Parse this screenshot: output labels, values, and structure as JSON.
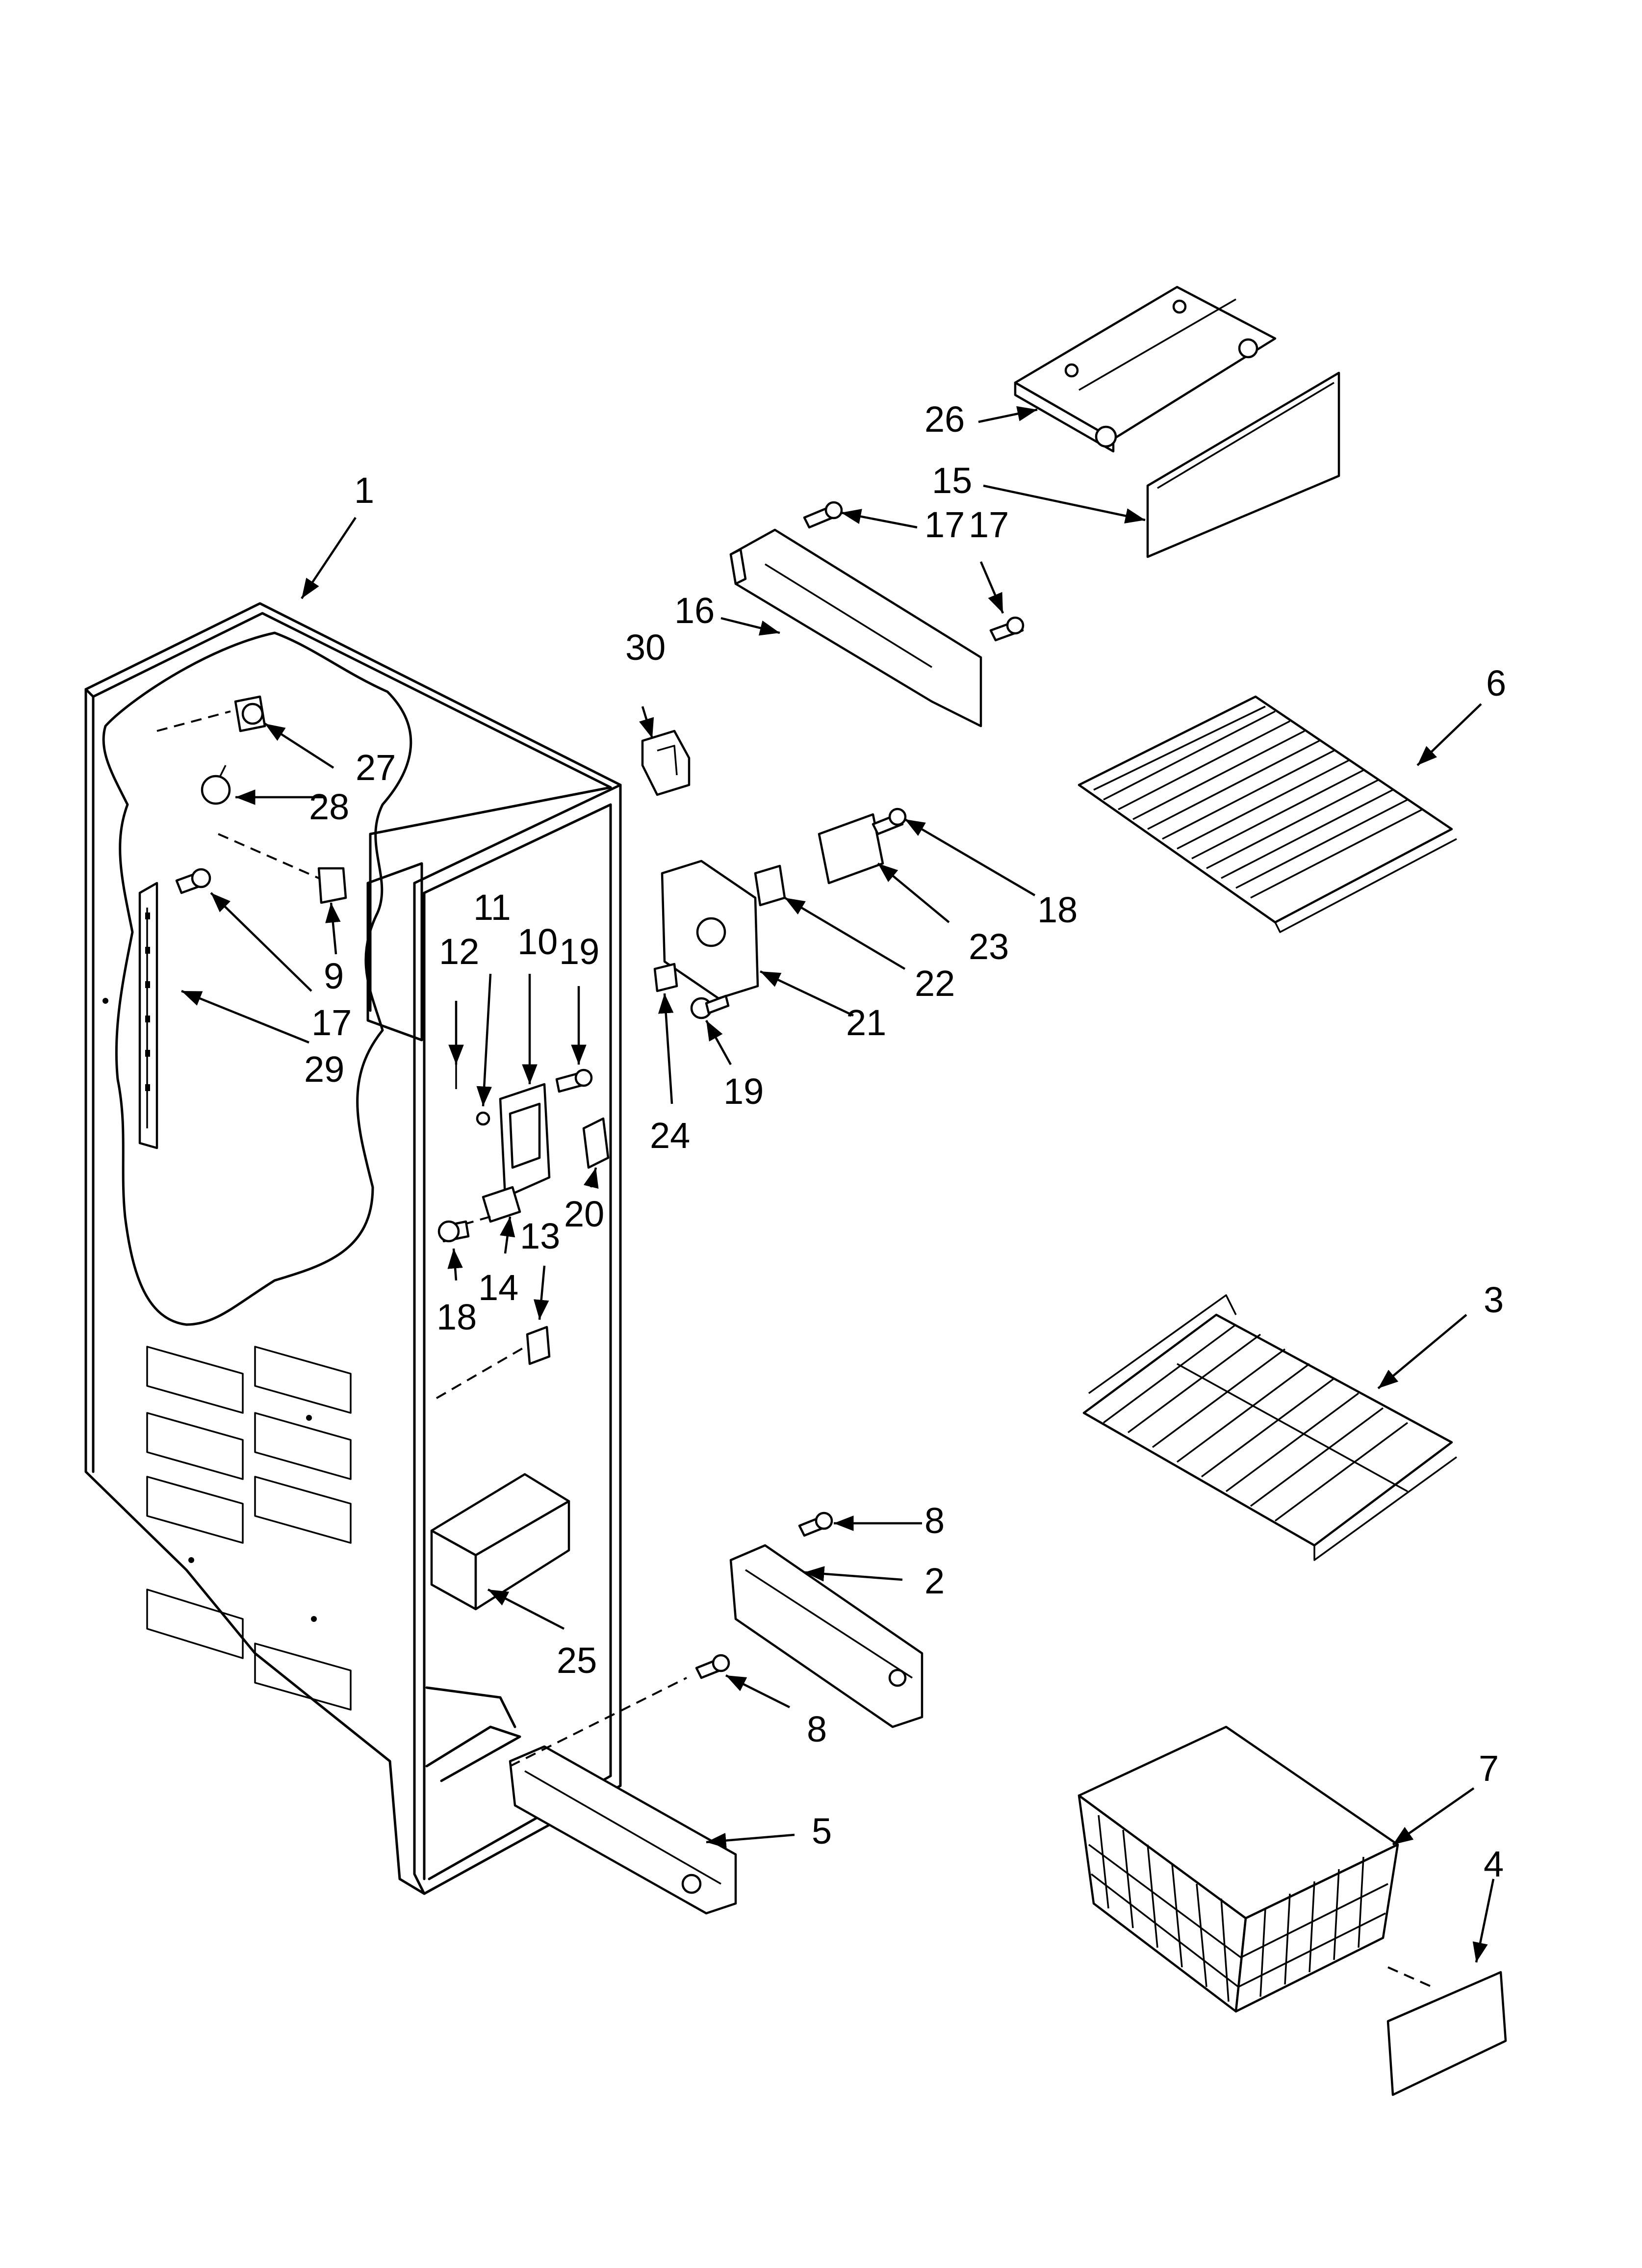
{
  "callouts": [
    {
      "id": "p1",
      "label": "1"
    },
    {
      "id": "p2",
      "label": "2"
    },
    {
      "id": "p3",
      "label": "3"
    },
    {
      "id": "p4",
      "label": "4"
    },
    {
      "id": "p5",
      "label": "5"
    },
    {
      "id": "p6",
      "label": "6"
    },
    {
      "id": "p7",
      "label": "7"
    },
    {
      "id": "p8a",
      "label": "8"
    },
    {
      "id": "p8b",
      "label": "8"
    },
    {
      "id": "p9",
      "label": "9"
    },
    {
      "id": "p10",
      "label": "10"
    },
    {
      "id": "p11",
      "label": "11"
    },
    {
      "id": "p12",
      "label": "12"
    },
    {
      "id": "p13",
      "label": "13"
    },
    {
      "id": "p14",
      "label": "14"
    },
    {
      "id": "p15",
      "label": "15"
    },
    {
      "id": "p16",
      "label": "16"
    },
    {
      "id": "p17a",
      "label": "17"
    },
    {
      "id": "p17b",
      "label": "17"
    },
    {
      "id": "p17c",
      "label": "17"
    },
    {
      "id": "p18a",
      "label": "18"
    },
    {
      "id": "p18b",
      "label": "18"
    },
    {
      "id": "p19a",
      "label": "19"
    },
    {
      "id": "p19b",
      "label": "19"
    },
    {
      "id": "p20",
      "label": "20"
    },
    {
      "id": "p21",
      "label": "21"
    },
    {
      "id": "p22",
      "label": "22"
    },
    {
      "id": "p23",
      "label": "23"
    },
    {
      "id": "p24",
      "label": "24"
    },
    {
      "id": "p25",
      "label": "25"
    },
    {
      "id": "p26",
      "label": "26"
    },
    {
      "id": "p27",
      "label": "27"
    },
    {
      "id": "p28",
      "label": "28"
    },
    {
      "id": "p29",
      "label": "29"
    },
    {
      "id": "p30",
      "label": "30"
    }
  ]
}
